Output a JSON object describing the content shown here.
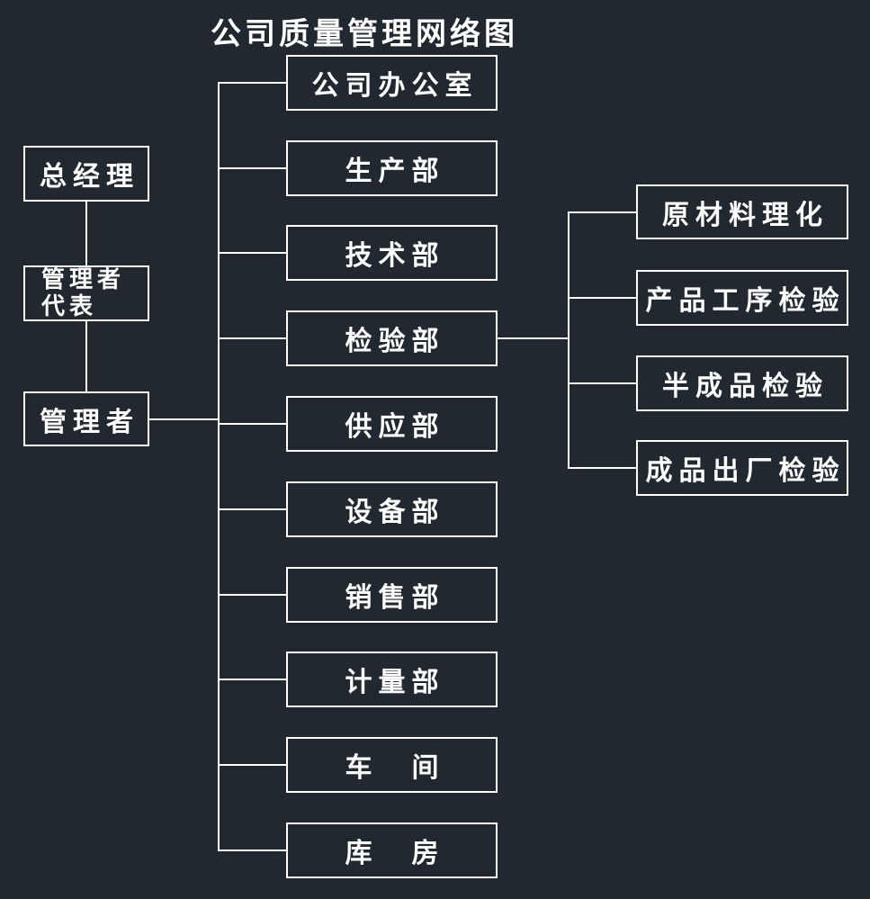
{
  "title": "公司质量管理网络图",
  "colors": {
    "background": "#212830",
    "line": "#ffffff",
    "text": "#ffffff"
  },
  "left_chain": {
    "nodes": [
      {
        "label": "总经理"
      },
      {
        "label": "管理者\n代表"
      },
      {
        "label": "管理者"
      }
    ]
  },
  "departments": {
    "nodes": [
      {
        "label": "公司办公室"
      },
      {
        "label": "生产部"
      },
      {
        "label": "技术部"
      },
      {
        "label": "检验部"
      },
      {
        "label": "供应部"
      },
      {
        "label": "设备部"
      },
      {
        "label": "销售部"
      },
      {
        "label": "计量部"
      },
      {
        "label": "车　间"
      },
      {
        "label": "库　房"
      }
    ]
  },
  "inspection_sub": {
    "nodes": [
      {
        "label": "原材料理化"
      },
      {
        "label": "产品工序检验"
      },
      {
        "label": "半成品检验"
      },
      {
        "label": "成品出厂检验"
      }
    ]
  }
}
